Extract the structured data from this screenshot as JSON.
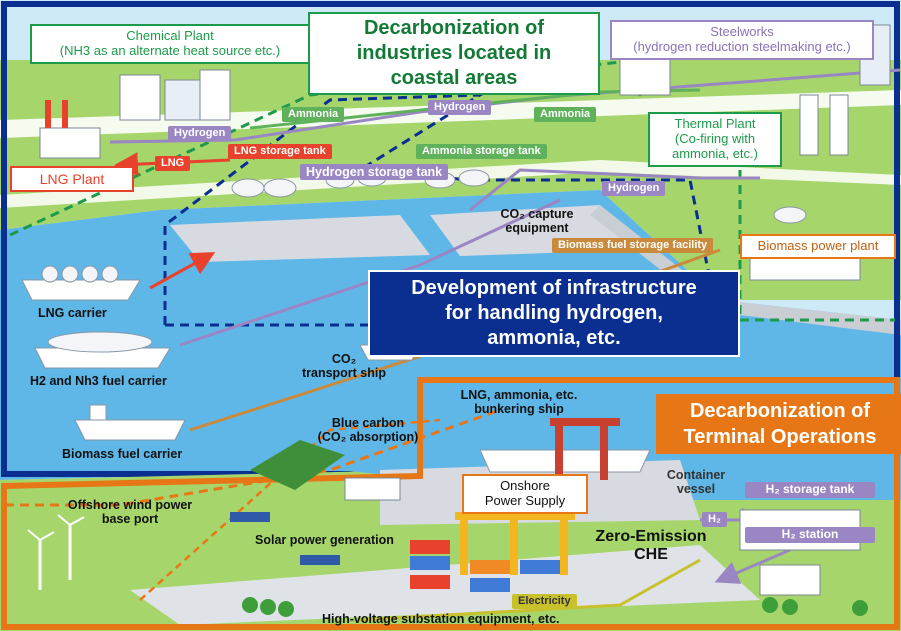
{
  "titles": {
    "coastal": "Decarbonization of\nindustries located in\ncoastal areas",
    "infrastructure": "Development of infrastructure\nfor handling hydrogen,\nammonia, etc.",
    "terminal": "Decarbonization of\nTerminal Operations"
  },
  "facilities": {
    "chemical_plant": "Chemical Plant\n(NH3 as an alternate heat source etc.)",
    "steelworks": "Steelworks\n(hydrogen reduction steelmaking etc.)",
    "thermal_plant": "Thermal Plant\n(Co-firing with\nammonia, etc.)",
    "lng_plant": "LNG Plant",
    "biomass_power_plant": "Biomass power plant",
    "onshore_power_supply": "Onshore\nPower Supply",
    "h2_storage_tank": "H₂ storage tank",
    "h2_station": "H₂ station",
    "h2_small": "H₂"
  },
  "flow_tags": {
    "hydrogen_top": "Hydrogen",
    "ammonia_left": "Ammonia",
    "ammonia_right": "Ammonia",
    "hydrogen_left": "Hydrogen",
    "lng_arrow": "LNG",
    "lng_storage": "LNG storage tank",
    "ammonia_storage": "Ammonia storage tank",
    "hydrogen_storage": "Hydrogen storage tank",
    "hydrogen_right": "Hydrogen",
    "biomass_storage": "Biomass fuel storage facility",
    "electricity": "Electricity"
  },
  "labels": {
    "co2_capture": "CO₂ capture\nequipment",
    "lng_carrier": "LNG carrier",
    "h2_nh3_carrier": "H2 and Nh3 fuel carrier",
    "biomass_carrier": "Biomass fuel carrier",
    "co2_ship": "CO₂\ntransport ship",
    "bunkering_ship": "LNG, ammonia, etc.\nbunkering ship",
    "blue_carbon": "Blue carbon\n(CO₂ absorption)",
    "container_vessel": "Container\nvessel",
    "offshore_wind": "Offshore wind power\nbase port",
    "solar": "Solar power generation",
    "zero_emission": "Zero-Emission\nCHE",
    "substation": "High-voltage substation equipment, etc."
  },
  "colors": {
    "hydrogen": "#9b86c4",
    "ammonia": "#5fb25b",
    "lng": "#e8412c",
    "biomass": "#c98a3c",
    "electricity": "#c8c12c",
    "navy": "#0a2f91",
    "terminal_orange": "#e77716",
    "coastal_green": "#1d9a4a",
    "sea": "#5fb7e8",
    "land": "#a6d66b"
  }
}
